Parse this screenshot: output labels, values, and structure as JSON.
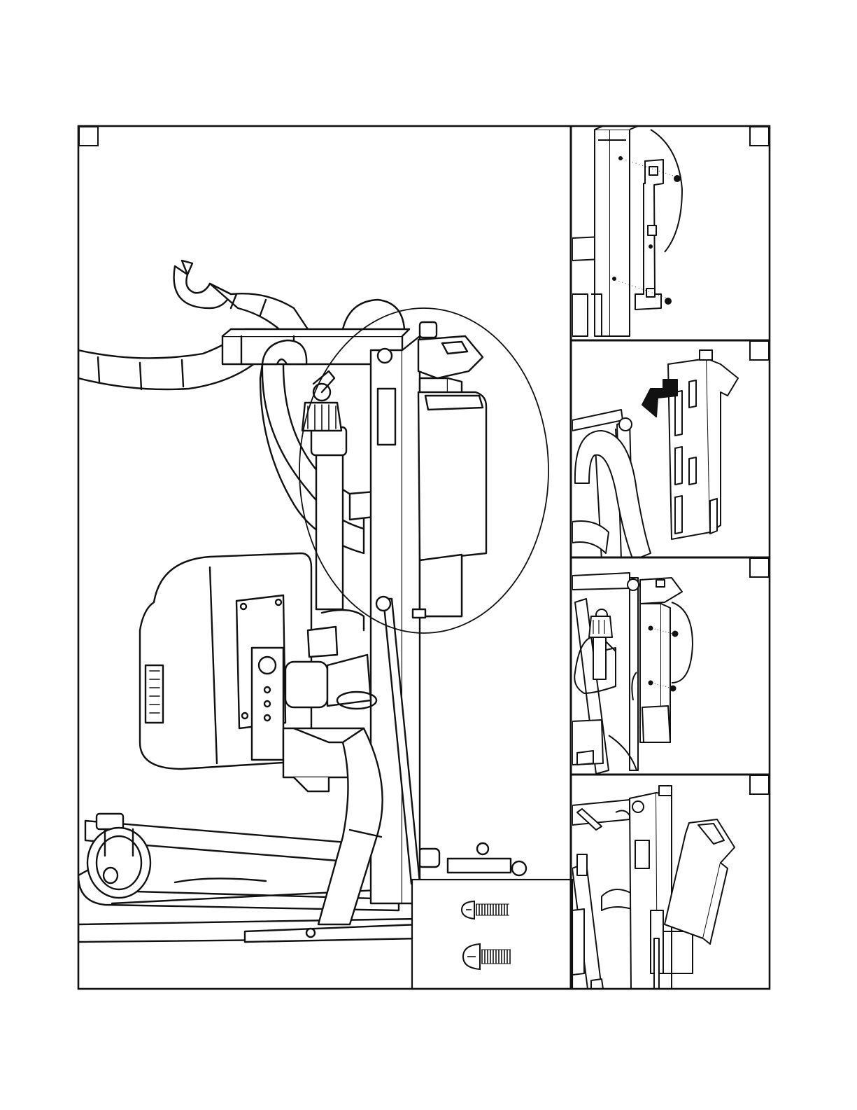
{
  "figure": {
    "main_panel": {
      "step_badge": "",
      "highlight": "callout-circle"
    },
    "detail_panels": [
      {
        "step_badge": ""
      },
      {
        "step_badge": ""
      },
      {
        "step_badge": ""
      },
      {
        "step_badge": ""
      }
    ],
    "hardware_inset": {
      "items": [
        "screw-short",
        "screw-long"
      ]
    }
  }
}
